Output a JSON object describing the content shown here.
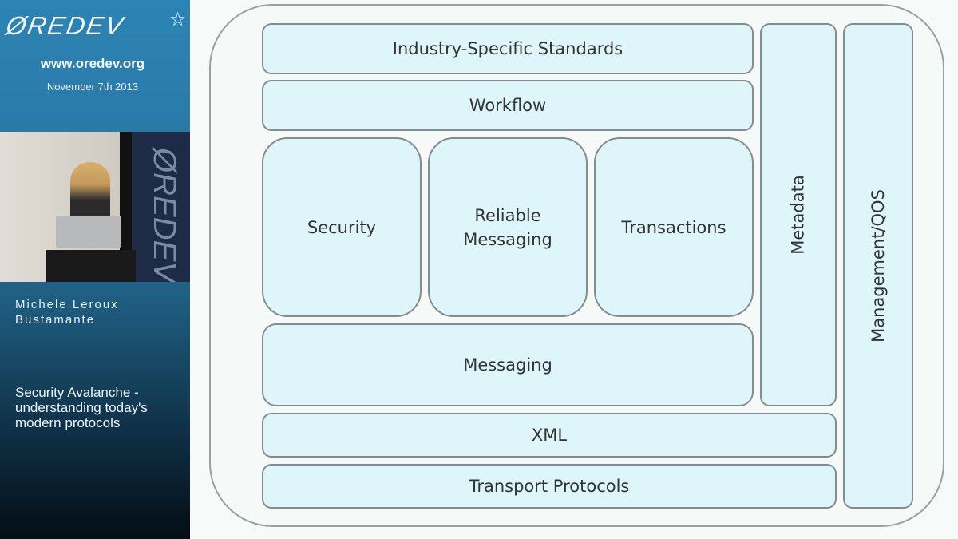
{
  "sidebar": {
    "logo": "ØREDEV",
    "star_icon": "star-outline-icon",
    "url": "www.oredev.org",
    "date": "November 7th 2013",
    "video_banner": "ØREDEV",
    "speaker_line1": "Michele Leroux",
    "speaker_line2": "Bustamante",
    "talk_title": "Security Avalanche - understanding today's modern protocols"
  },
  "slide": {
    "industry": "Industry-Specific Standards",
    "workflow": "Workflow",
    "security": "Security",
    "reliable_line1": "Reliable",
    "reliable_line2": "Messaging",
    "transactions": "Transactions",
    "messaging": "Messaging",
    "metadata": "Metadata",
    "management": "Management/QOS",
    "xml": "XML",
    "transport": "Transport Protocols"
  },
  "colors": {
    "box_fill": "#def6fa",
    "sidebar_blue": "#2c84b4"
  }
}
